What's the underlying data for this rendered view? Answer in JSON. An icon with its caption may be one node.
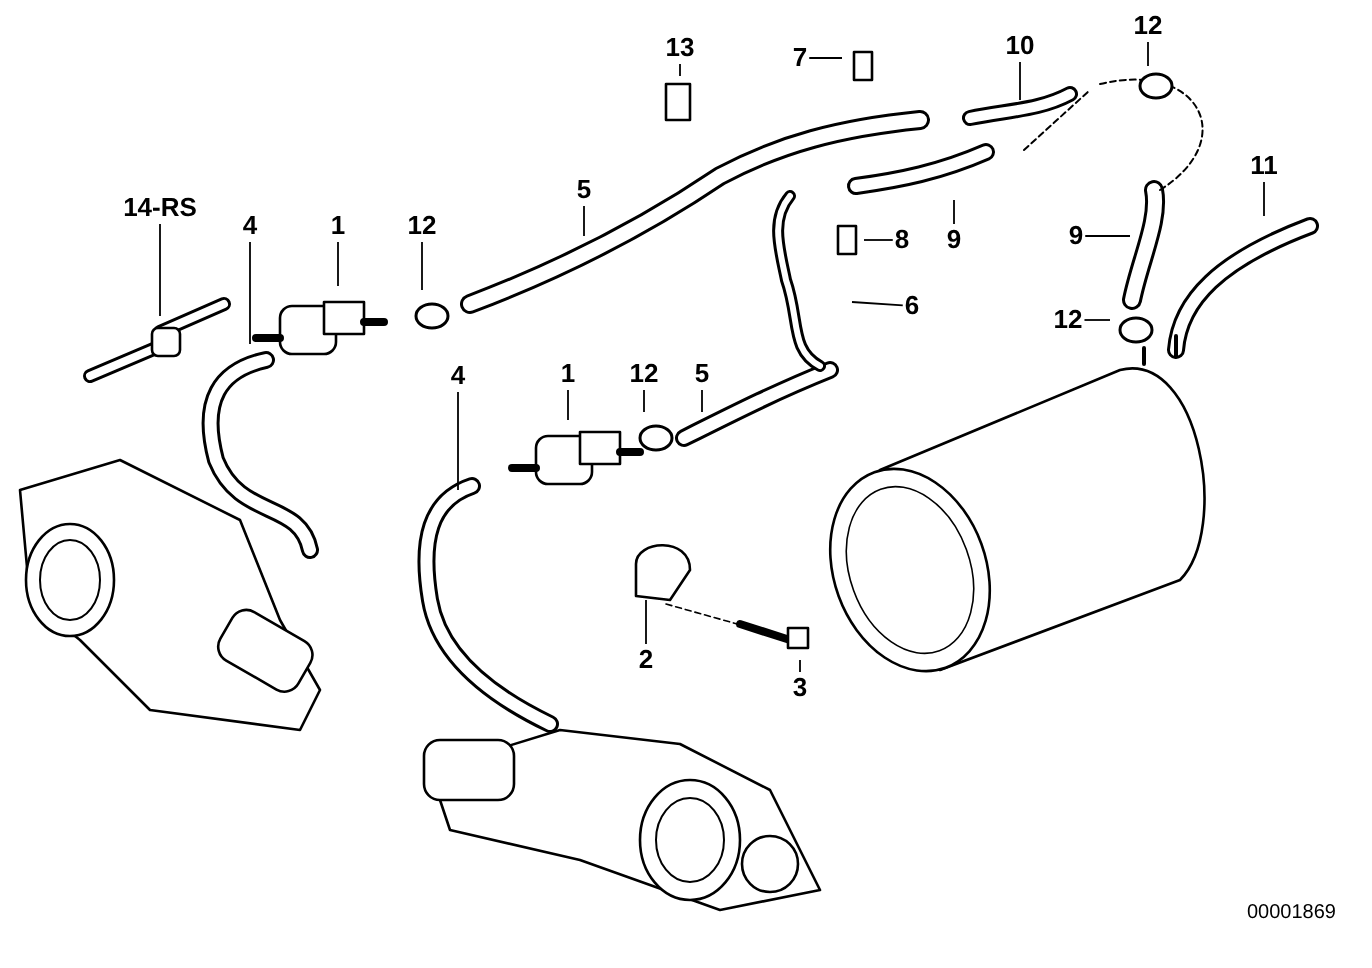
{
  "diagram": {
    "nodes": [
      {
        "text": [
          "14-RS"
        ]
      },
      {
        "text": [
          "4"
        ]
      },
      {
        "text": [
          "1"
        ]
      },
      {
        "text": [
          "12"
        ]
      },
      {
        "text": [
          "5"
        ]
      },
      {
        "text": [
          "13"
        ]
      },
      {
        "text": [
          "7"
        ]
      },
      {
        "text": [
          "10"
        ]
      },
      {
        "text": [
          "12"
        ]
      },
      {
        "text": [
          "11"
        ]
      },
      {
        "text": [
          "9"
        ]
      },
      {
        "text": [
          "8"
        ]
      },
      {
        "text": [
          "9"
        ]
      },
      {
        "text": [
          "6"
        ]
      },
      {
        "text": [
          "12"
        ]
      },
      {
        "text": [
          "1"
        ]
      },
      {
        "text": [
          "12"
        ]
      },
      {
        "text": [
          "5"
        ]
      },
      {
        "text": [
          "4"
        ]
      },
      {
        "text": [
          "2"
        ]
      },
      {
        "text": [
          "3"
        ]
      }
    ],
    "edges": [
      {
        "from": 0,
        "to": null,
        "arrow": "none"
      },
      {
        "from": 1,
        "to": null,
        "arrow": "none"
      },
      {
        "from": 2,
        "to": null,
        "arrow": "none"
      },
      {
        "from": 3,
        "to": null,
        "arrow": "none"
      },
      {
        "from": 4,
        "to": null,
        "arrow": "none"
      },
      {
        "from": 5,
        "to": null,
        "arrow": "none"
      },
      {
        "from": 6,
        "to": null,
        "arrow": "none"
      },
      {
        "from": 7,
        "to": null,
        "arrow": "none"
      },
      {
        "from": 8,
        "to": null,
        "arrow": "none"
      },
      {
        "from": 9,
        "to": null,
        "arrow": "none"
      },
      {
        "from": 10,
        "to": null,
        "arrow": "none"
      },
      {
        "from": 11,
        "to": null,
        "arrow": "none"
      },
      {
        "from": 12,
        "to": null,
        "arrow": "none"
      },
      {
        "from": 13,
        "to": null,
        "arrow": "none"
      },
      {
        "from": 14,
        "to": null,
        "arrow": "none"
      },
      {
        "from": 15,
        "to": null,
        "arrow": "none"
      },
      {
        "from": 16,
        "to": null,
        "arrow": "none"
      },
      {
        "from": 17,
        "to": null,
        "arrow": "none"
      },
      {
        "from": 18,
        "to": null,
        "arrow": "none"
      },
      {
        "from": 19,
        "to": null,
        "arrow": "none"
      },
      {
        "from": 20,
        "to": null,
        "arrow": "none"
      }
    ],
    "labels": [
      "00001869"
    ]
  }
}
